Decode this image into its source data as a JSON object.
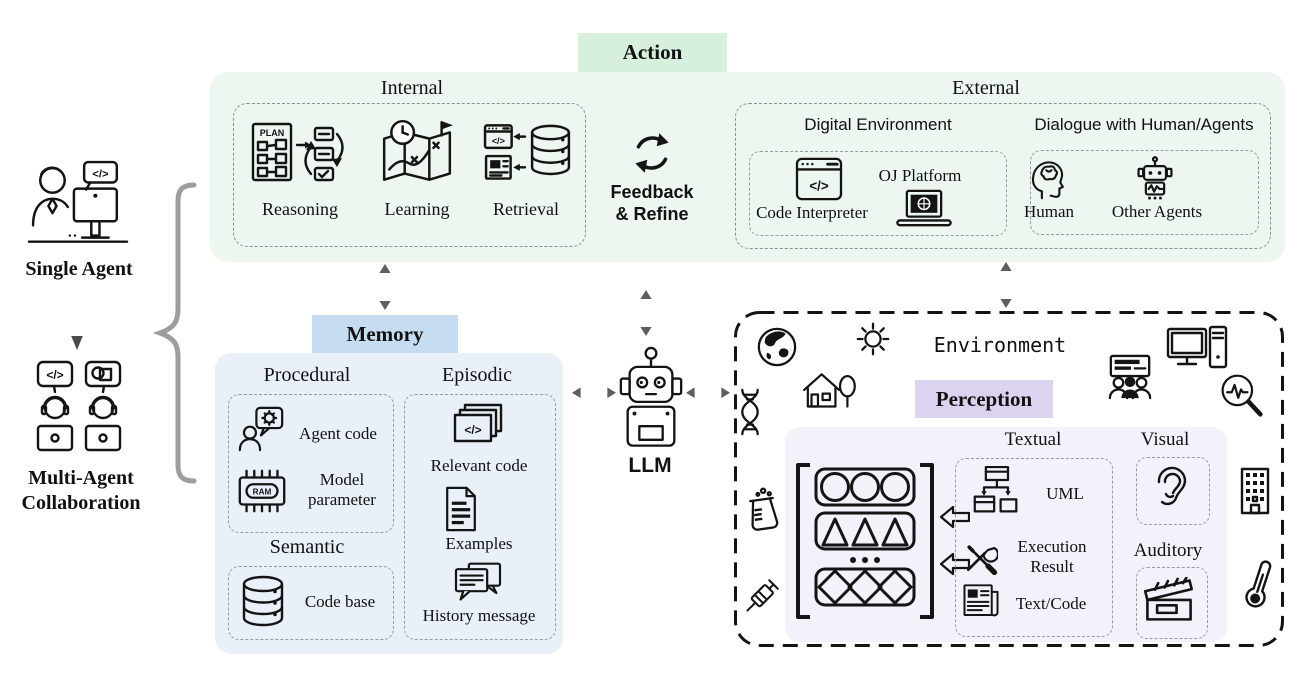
{
  "left_column": {
    "single_agent_label": "Single Agent",
    "multi_agent_label_line1": "Multi-Agent",
    "multi_agent_label_line2": "Collaboration"
  },
  "action": {
    "tag": "Action",
    "internal": {
      "heading": "Internal",
      "items": [
        {
          "label": "Reasoning",
          "icon": "plan-flow-icon"
        },
        {
          "label": "Learning",
          "icon": "learning-map-icon"
        },
        {
          "label": "Retrieval",
          "icon": "retrieval-database-icon"
        }
      ]
    },
    "feedback": {
      "line1": "Feedback",
      "line2": "& Refine",
      "icon": "cycle-arrows-icon"
    },
    "external": {
      "heading": "External",
      "digital_environment": {
        "heading": "Digital Environment",
        "items": [
          {
            "label": "Code Interpreter",
            "icon": "code-window-icon"
          },
          {
            "label": "OJ Platform",
            "icon": "laptop-icon"
          }
        ]
      },
      "dialogue": {
        "heading": "Dialogue with Human/Agents",
        "items": [
          {
            "label": "Human",
            "icon": "human-head-icon"
          },
          {
            "label": "Other Agents",
            "icon": "robot-icon"
          }
        ]
      }
    }
  },
  "memory": {
    "tag": "Memory",
    "procedural": {
      "heading": "Procedural",
      "items": [
        {
          "label": "Agent code",
          "icon": "person-gear-icon"
        },
        {
          "label": "Model parameter",
          "icon": "ram-chip-icon"
        }
      ]
    },
    "episodic": {
      "heading": "Episodic",
      "items": [
        {
          "label": "Relevant code",
          "icon": "code-cards-icon"
        },
        {
          "label": "Examples",
          "icon": "document-icon"
        },
        {
          "label": "History message",
          "icon": "chat-bubbles-icon"
        }
      ]
    },
    "semantic": {
      "heading": "Semantic",
      "items": [
        {
          "label": "Code base",
          "icon": "database-icon"
        }
      ]
    }
  },
  "llm": {
    "label": "LLM"
  },
  "environment": {
    "heading": "Environment",
    "scatter_icons": [
      "globe-icon",
      "sun-icon",
      "house-icon",
      "dna-icon",
      "beaker-icon",
      "syringe-icon",
      "meeting-icon",
      "desktop-computer-icon",
      "magnifier-wave-icon",
      "building-icon",
      "thermometer-icon"
    ],
    "perception": {
      "tag": "Perception",
      "textual": {
        "heading": "Textual",
        "items": [
          {
            "label": "UML",
            "icon": "uml-diagram-icon"
          },
          {
            "label": "Execution Result",
            "icon": "crossed-tools-icon"
          },
          {
            "label": "Text/Code",
            "icon": "newspaper-icon"
          }
        ]
      },
      "visual": {
        "heading": "Visual",
        "icon": "ear-icon"
      },
      "auditory": {
        "heading": "Auditory",
        "icon": "clapperboard-icon"
      }
    }
  },
  "icon_text": {
    "plan": "PLAN",
    "ram": "RAM",
    "code_glyph": "</>"
  },
  "colors": {
    "action_tag_bg": "#d7efdd",
    "action_panel_bg": "#edf6ef",
    "memory_tag_bg": "#c6dcf0",
    "memory_panel_bg": "#e9f0f8",
    "perception_tag_bg": "#dcd3f1",
    "perception_panel_bg": "#f4f1fb",
    "arrow_grey": "#5e5e5e",
    "line_black": "#141414"
  }
}
